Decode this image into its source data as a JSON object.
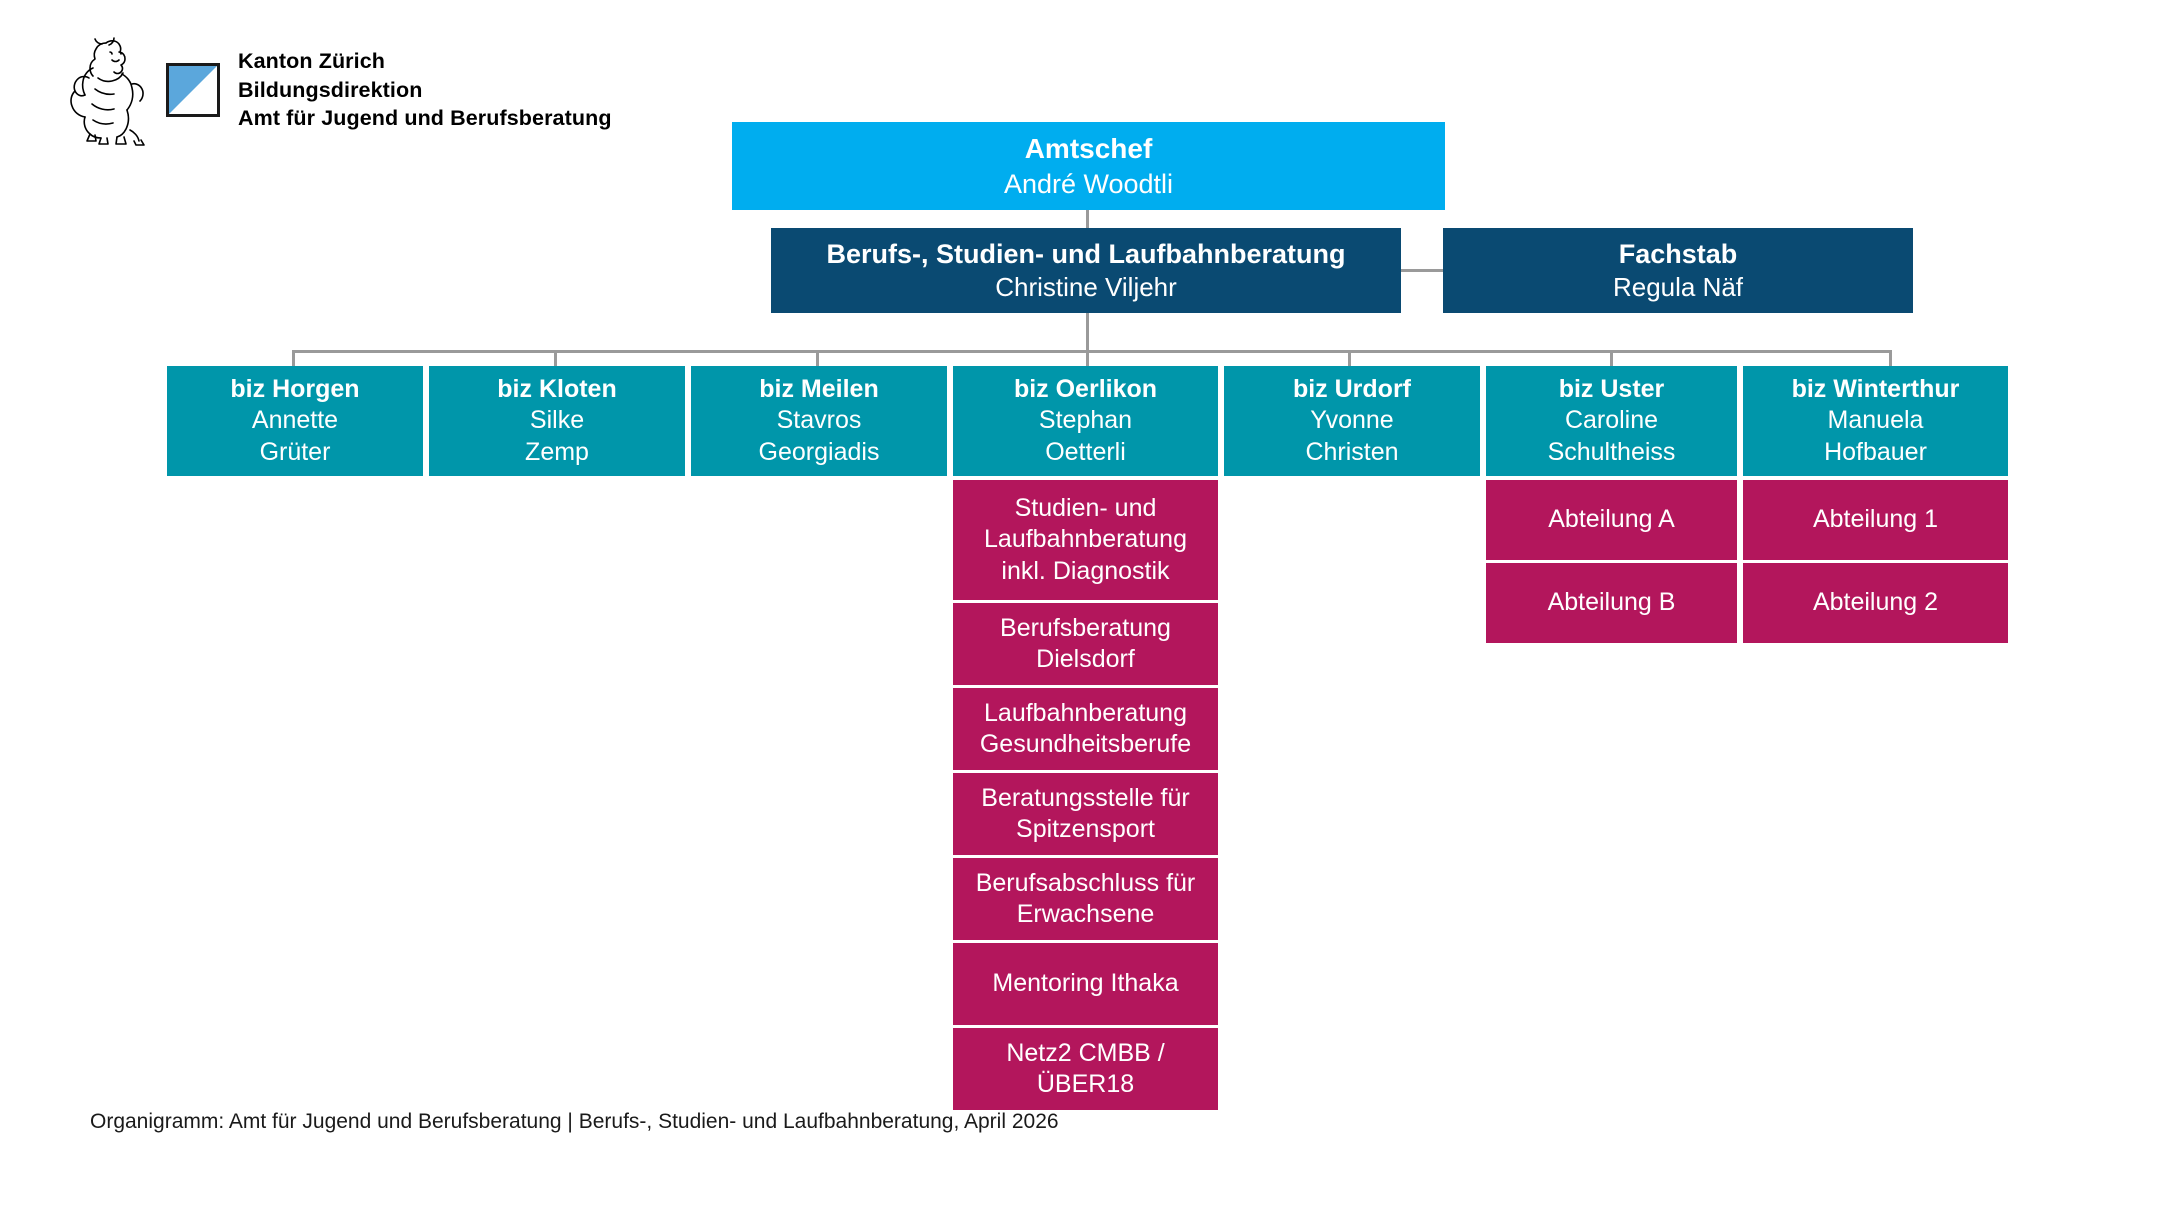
{
  "logo": {
    "lion_icon": "lion-icon",
    "coat_of_arms_icon": "zurich-coat-of-arms-icon",
    "line1": "Kanton Zürich",
    "line2": "Bildungsdirektion",
    "line3": "Amt für Jugend und Berufsberatung"
  },
  "colors": {
    "cyan": "#00ADEF",
    "navy": "#0A4A72",
    "teal": "#0096AA",
    "magenta": "#B3165C",
    "connector": "#9a9a9a",
    "coat_of_arms_blue": "#5BA7DC"
  },
  "chart_data": {
    "type": "org-chart",
    "title": "Organigramm: Amt für Jugend und Berufsberatung",
    "levels": [
      {
        "level": 1,
        "color": "#00ADEF",
        "nodes": [
          {
            "title": "Amtschef",
            "person": "André Woodtli"
          }
        ]
      },
      {
        "level": 2,
        "color": "#0A4A72",
        "nodes": [
          {
            "title": "Berufs-, Studien- und Laufbahnberatung",
            "person": "Christine Viljehr"
          },
          {
            "title": "Fachstab",
            "person": "Regula Näf"
          }
        ]
      },
      {
        "level": 3,
        "color": "#0096AA",
        "nodes": [
          {
            "title": "biz Horgen",
            "person": "Annette\nGrüter",
            "person_line1": "Annette",
            "person_line2": "Grüter"
          },
          {
            "title": "biz Kloten",
            "person_line1": "Silke",
            "person_line2": "Zemp"
          },
          {
            "title": "biz Meilen",
            "person_line1": "Stavros",
            "person_line2": "Georgiadis"
          },
          {
            "title": "biz Oerlikon",
            "person_line1": "Stephan",
            "person_line2": "Oetterli"
          },
          {
            "title": "biz Urdorf",
            "person_line1": "Yvonne",
            "person_line2": "Christen"
          },
          {
            "title": "biz Uster",
            "person_line1": "Caroline",
            "person_line2": "Schultheiss"
          },
          {
            "title": "biz Winterthur",
            "person_line1": "Manuela",
            "person_line2": "Hofbauer"
          }
        ]
      },
      {
        "level": 4,
        "color": "#B3165C",
        "parent": "biz Oerlikon",
        "nodes": [
          {
            "label": "Studien- und Laufbahnberatung inkl. Diagnostik"
          },
          {
            "label": "Berufsberatung Dielsdorf"
          },
          {
            "label": "Laufbahnberatung Gesundheitsberufe"
          },
          {
            "label": "Beratungsstelle für Spitzensport"
          },
          {
            "label": "Berufsabschluss für Erwachsene"
          },
          {
            "label": "Mentoring Ithaka"
          },
          {
            "label": "Netz2 CMBB / ÜBER18"
          }
        ]
      },
      {
        "level": 4,
        "color": "#B3165C",
        "parent": "biz Uster",
        "nodes": [
          {
            "label": "Abteilung A"
          },
          {
            "label": "Abteilung B"
          }
        ]
      },
      {
        "level": 4,
        "color": "#B3165C",
        "parent": "biz Winterthur",
        "nodes": [
          {
            "label": "Abteilung 1"
          },
          {
            "label": "Abteilung 2"
          }
        ]
      }
    ]
  },
  "nodes": {
    "amtschef": {
      "title": "Amtschef",
      "person": "André Woodtli"
    },
    "bsl": {
      "title": "Berufs-, Studien- und Laufbahnberatung",
      "person": "Christine Viljehr"
    },
    "fachstab": {
      "title": "Fachstab",
      "person": "Regula Näf"
    },
    "biz_horgen": {
      "title": "biz Horgen",
      "p1": "Annette",
      "p2": "Grüter"
    },
    "biz_kloten": {
      "title": "biz Kloten",
      "p1": "Silke",
      "p2": "Zemp"
    },
    "biz_meilen": {
      "title": "biz Meilen",
      "p1": "Stavros",
      "p2": "Georgiadis"
    },
    "biz_oerlikon": {
      "title": "biz Oerlikon",
      "p1": "Stephan",
      "p2": "Oetterli"
    },
    "biz_urdorf": {
      "title": "biz Urdorf",
      "p1": "Yvonne",
      "p2": "Christen"
    },
    "biz_uster": {
      "title": "biz Uster",
      "p1": "Caroline",
      "p2": "Schultheiss"
    },
    "biz_winterthur": {
      "title": "biz Winterthur",
      "p1": "Manuela",
      "p2": "Hofbauer"
    },
    "oerlikon_sub": {
      "s1_l1": "Studien- und",
      "s1_l2": "Laufbahnberatung",
      "s1_l3": "inkl. Diagnostik",
      "s2_l1": "Berufsberatung",
      "s2_l2": "Dielsdorf",
      "s3_l1": "Laufbahnberatung",
      "s3_l2": "Gesundheitsberufe",
      "s4_l1": "Beratungsstelle für",
      "s4_l2": "Spitzensport",
      "s5_l1": "Berufsabschluss für",
      "s5_l2": "Erwachsene",
      "s6_l1": "Mentoring Ithaka",
      "s7_l1": "Netz2 CMBB /",
      "s7_l2": "ÜBER18"
    },
    "uster_sub": {
      "a": "Abteilung A",
      "b": "Abteilung B"
    },
    "winterthur_sub": {
      "a": "Abteilung 1",
      "b": "Abteilung 2"
    }
  },
  "footer": {
    "caption": "Organigramm: Amt für Jugend und Berufsberatung | Berufs-, Studien- und Laufbahnberatung, April 2026"
  }
}
